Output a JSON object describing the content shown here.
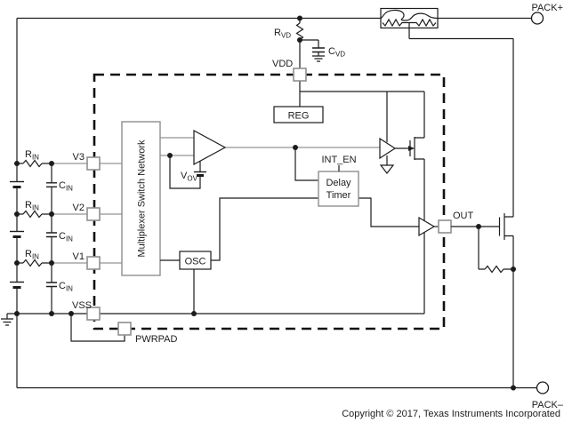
{
  "terminals": {
    "pack_plus": "PACK+",
    "pack_minus": "PACK–"
  },
  "pins": {
    "vdd": "VDD",
    "v3": "V3",
    "v2": "V2",
    "v1": "V1",
    "vss": "VSS",
    "out": "OUT",
    "pwrpad": "PWRPAD"
  },
  "blocks": {
    "reg": "REG",
    "mux": "Multiplexer Switch Network",
    "osc": "OSC",
    "delay_timer_line1": "Delay",
    "delay_timer_line2": "Timer"
  },
  "signals": {
    "int_en": "INT_EN"
  },
  "components": {
    "r_in": {
      "base": "R",
      "sub": "IN"
    },
    "c_in": {
      "base": "C",
      "sub": "IN"
    },
    "r_vd": {
      "base": "R",
      "sub": "VD"
    },
    "c_vd": {
      "base": "C",
      "sub": "VD"
    },
    "v_ov": {
      "base": "V",
      "sub": "OV"
    }
  },
  "footer": {
    "copyright": "Copyright © 2017, Texas Instruments Incorporated"
  },
  "colors": {
    "line": "#1c1c1c",
    "gray_line": "#949494",
    "background": "#ffffff"
  }
}
